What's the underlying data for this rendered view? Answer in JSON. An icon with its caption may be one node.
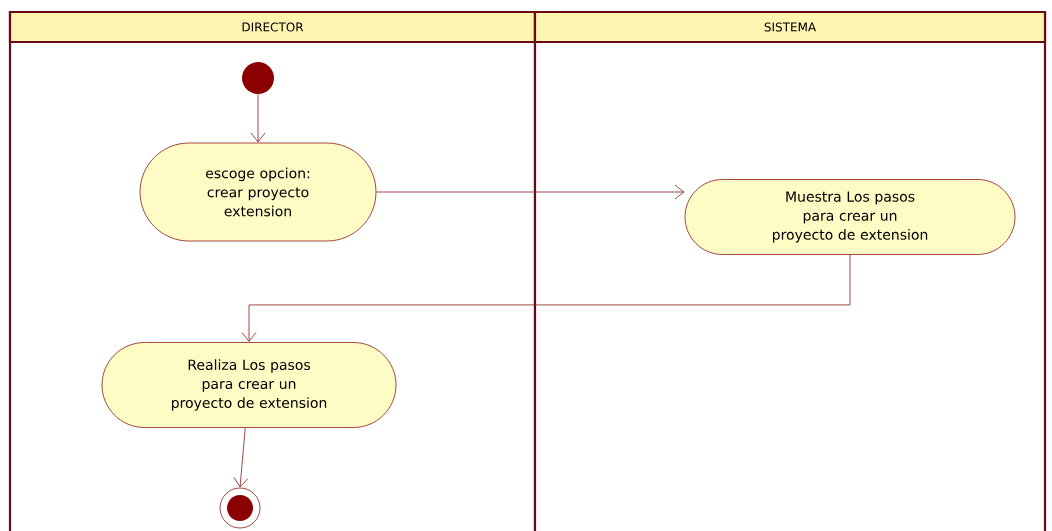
{
  "diagram": {
    "nodes": [
      {
        "text": [
          "DIRECTOR"
        ]
      },
      {
        "text": [
          "SISTEMA"
        ]
      },
      {
        "text": [],
        "shape": "circle",
        "in": 0
      },
      {
        "text": [
          "escoge opcion: crear proyecto extension"
        ],
        "in": 0
      },
      {
        "text": [
          "Muestra Los pasos para crear un proyecto de extension"
        ],
        "in": 1
      },
      {
        "text": [
          "Realiza Los pasos para crear un proyecto de extension"
        ],
        "in": 0
      },
      {
        "text": [],
        "shape": "circle",
        "in": 0
      }
    ],
    "edges": [
      {
        "from": 2,
        "to": 3,
        "arrow": "to"
      },
      {
        "from": 3,
        "to": 4,
        "arrow": "to"
      },
      {
        "from": 4,
        "to": 5,
        "arrow": "to"
      },
      {
        "from": 5,
        "to": 6,
        "arrow": "to"
      }
    ]
  }
}
